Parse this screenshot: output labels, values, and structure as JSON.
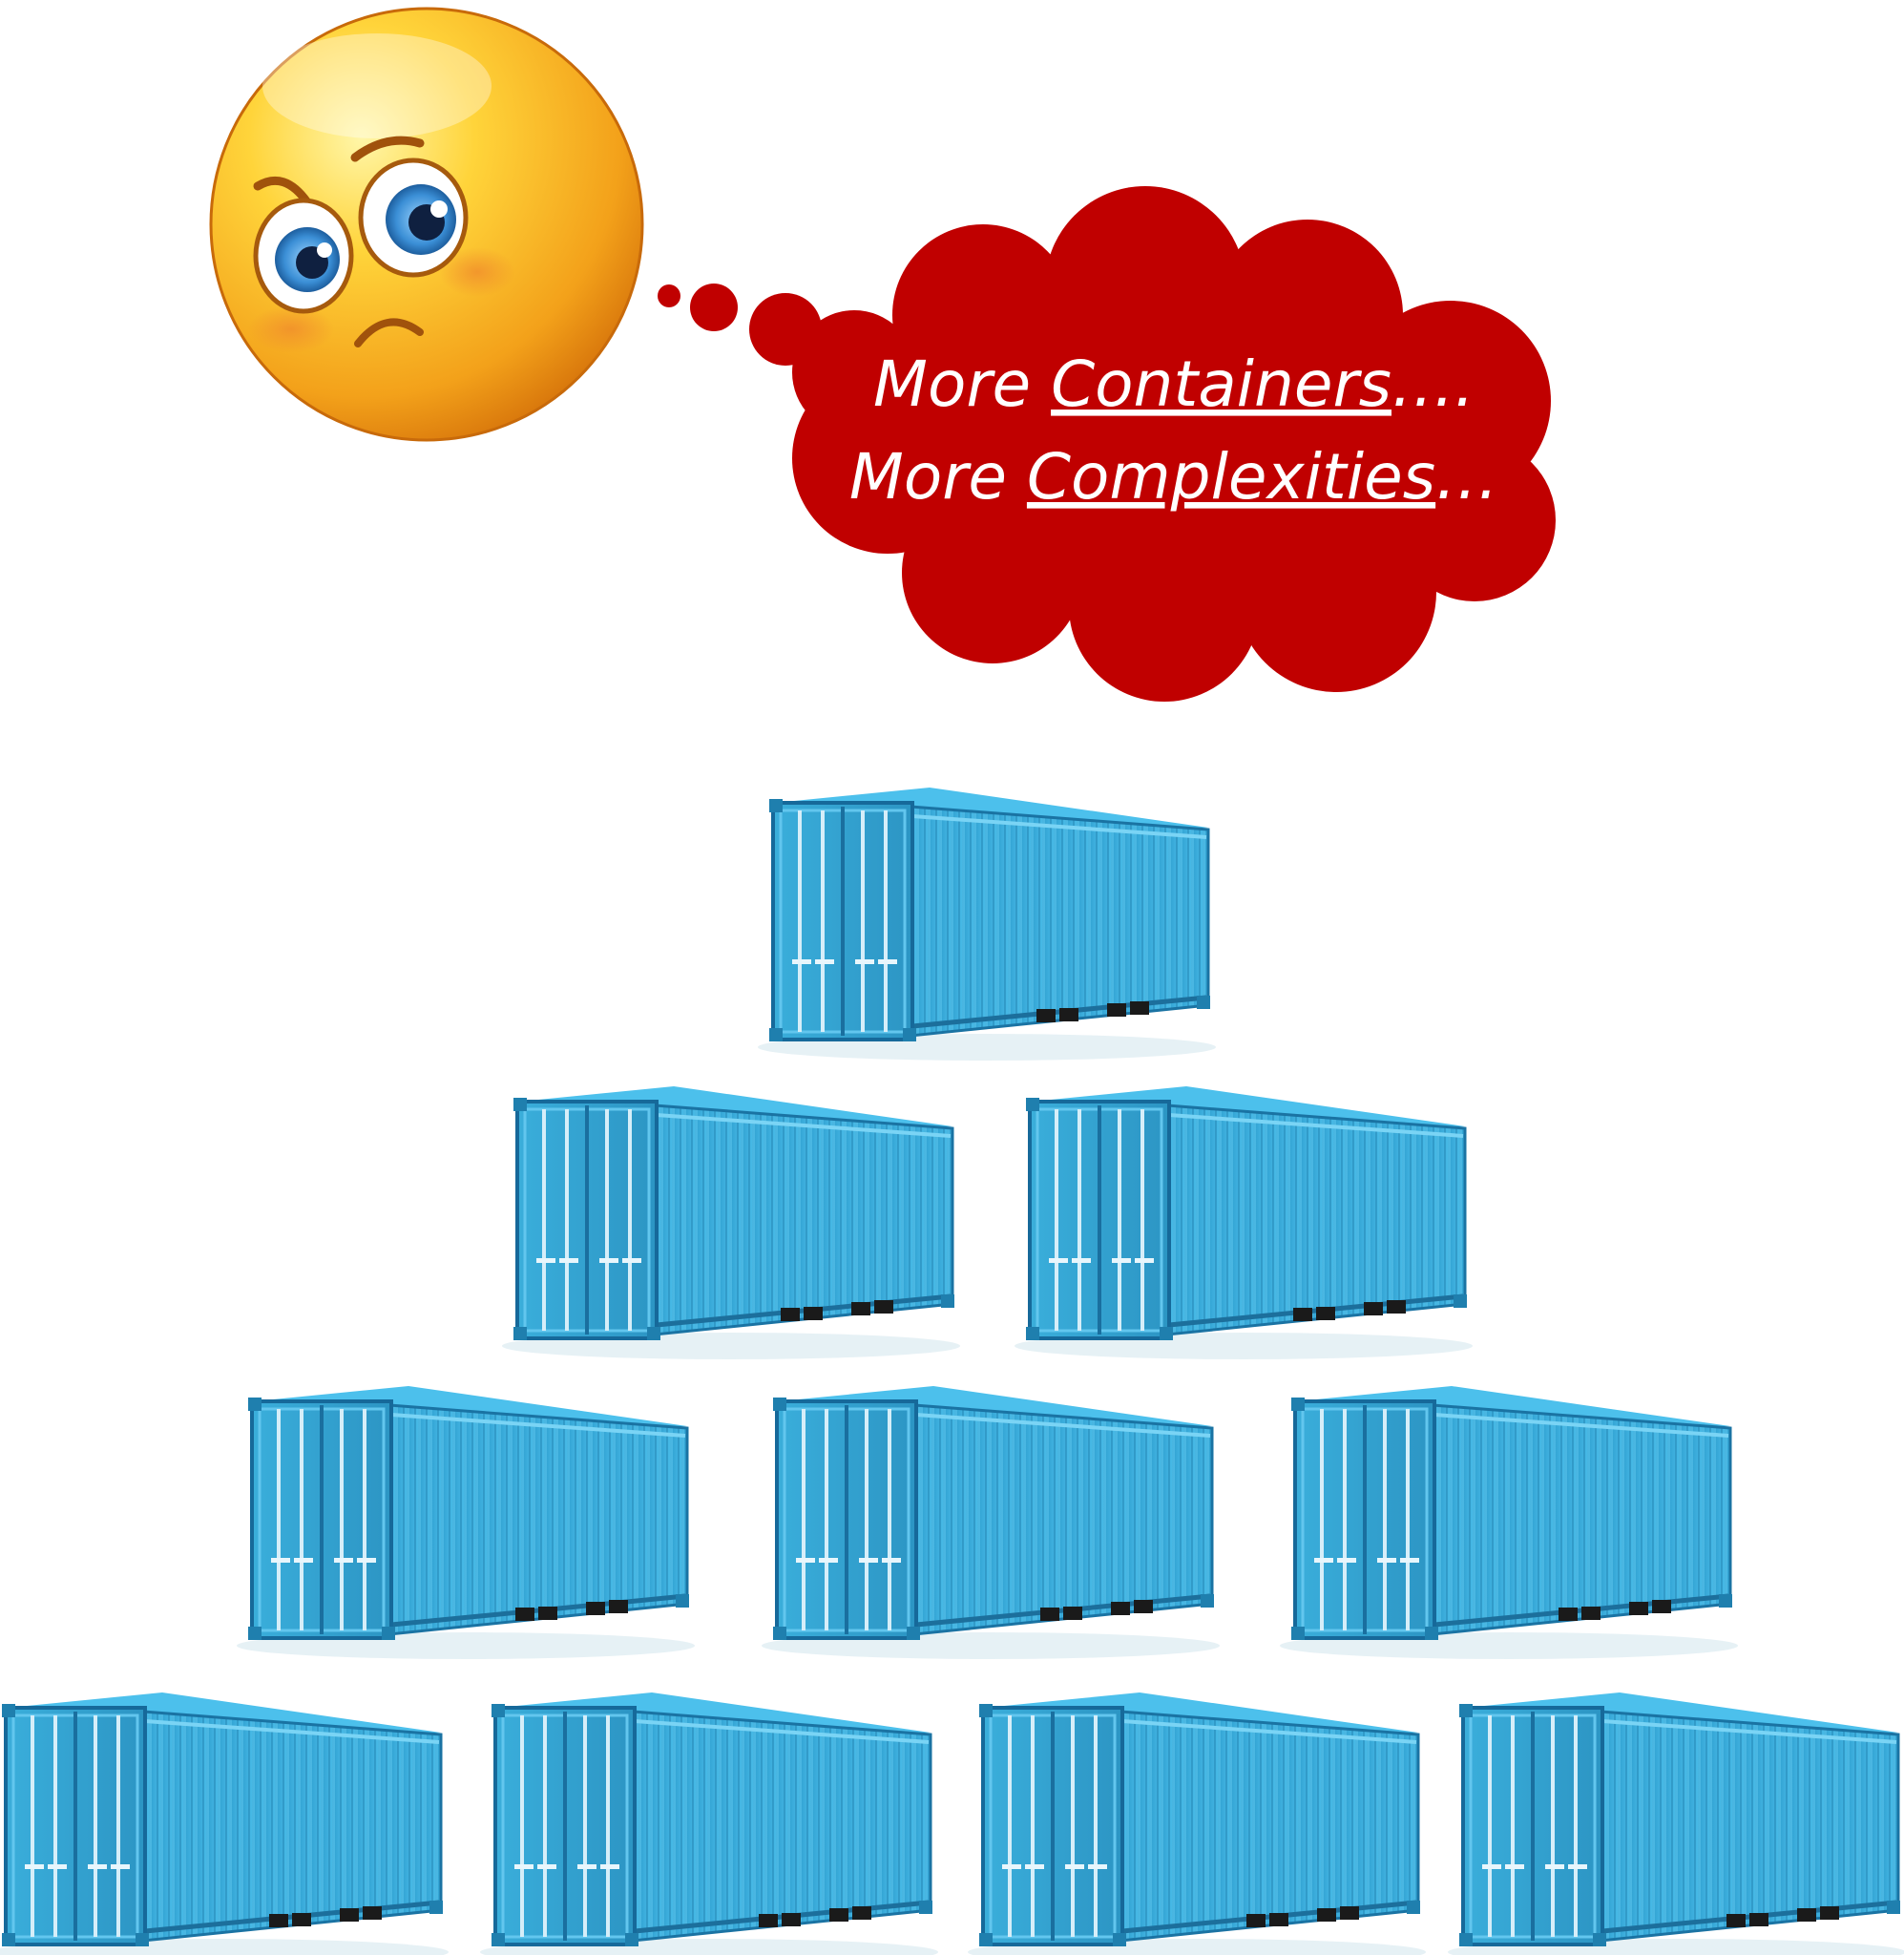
{
  "thought": {
    "line1": {
      "prefix": "More ",
      "emphasis": "Containers",
      "suffix": "…."
    },
    "line2": {
      "prefix": "More ",
      "emphasis": "Complexities",
      "suffix": "…"
    }
  },
  "colors": {
    "cloud": "#c00000",
    "container": "#36a9d6",
    "face": "#f7b731"
  },
  "face": {
    "expression": "sad-emoji"
  },
  "containers": {
    "rows": [
      1,
      2,
      3,
      4
    ]
  }
}
